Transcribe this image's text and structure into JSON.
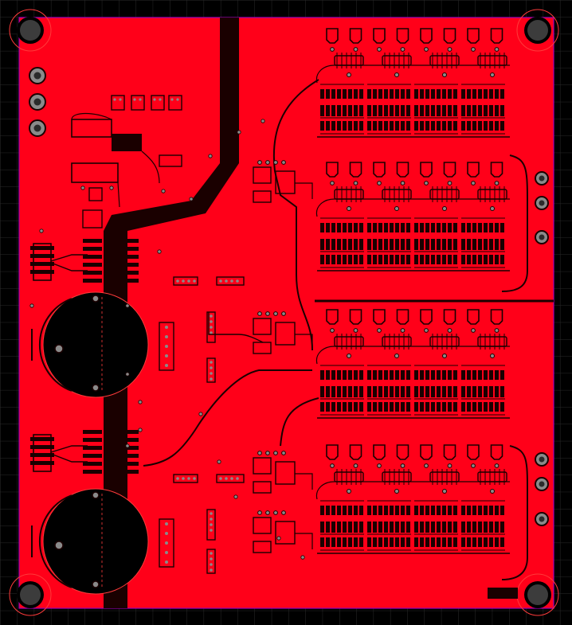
{
  "view": {
    "background_color": "#000000",
    "grid_color": "#2a2a2a",
    "board_color": "#ff0019",
    "copper_color": "#ff0019",
    "cut_color": "#1a0000",
    "outline_color": "#9b00b4",
    "pad_color": "#8a8a8a",
    "hole_color": "#2b2b2b",
    "circle_color": "#ff3b3b"
  },
  "board": {
    "mounting_holes": 4,
    "modules": 4,
    "large_footprints": 2
  }
}
